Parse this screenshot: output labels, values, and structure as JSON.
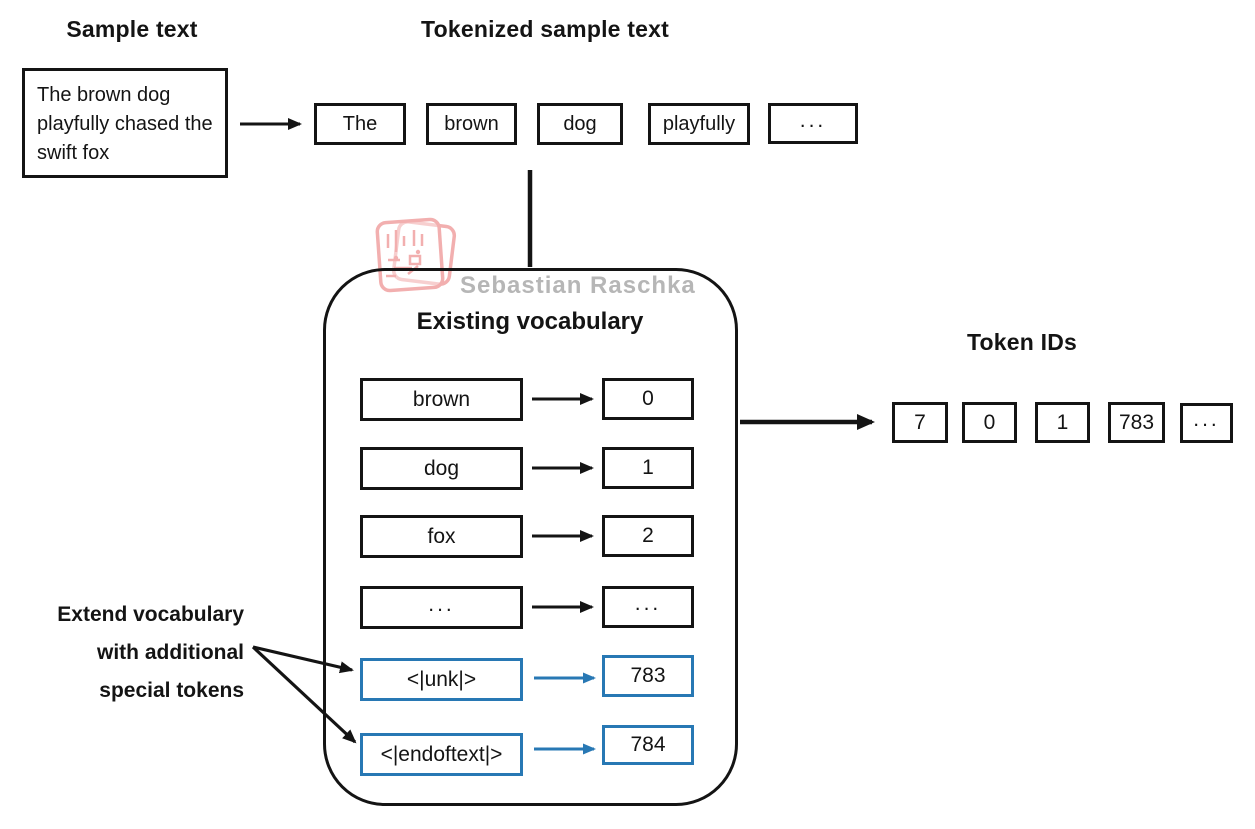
{
  "title": "Tokenizer vocabulary extension diagram",
  "colors": {
    "accent_blue": "#2878b4",
    "line_black": "#141414",
    "watermark_gray": "#b6b6b6",
    "watermark_pink": "#f0a2a2"
  },
  "headings": {
    "sample": "Sample text",
    "tokenized": "Tokenized sample text",
    "vocabulary": "Existing vocabulary",
    "token_ids": "Token IDs"
  },
  "sample_text": "The brown dog playfully chased the swift fox",
  "tokens": [
    "The",
    "brown",
    "dog",
    "playfully",
    "..."
  ],
  "vocab_rows": [
    {
      "token": "brown",
      "id": "0"
    },
    {
      "token": "dog",
      "id": "1"
    },
    {
      "token": "fox",
      "id": "2"
    },
    {
      "token": "...",
      "id": "..."
    },
    {
      "token": "<|unk|>",
      "id": "783"
    },
    {
      "token": "<|endoftext|>",
      "id": "784"
    }
  ],
  "token_ids": [
    "7",
    "0",
    "1",
    "783",
    "..."
  ],
  "annotation": {
    "line1": "Extend vocabulary",
    "line2": "with additional",
    "line3": "special tokens"
  },
  "watermark": {
    "name": "Sebastian Raschka",
    "logo": "circuit-board-logo"
  }
}
